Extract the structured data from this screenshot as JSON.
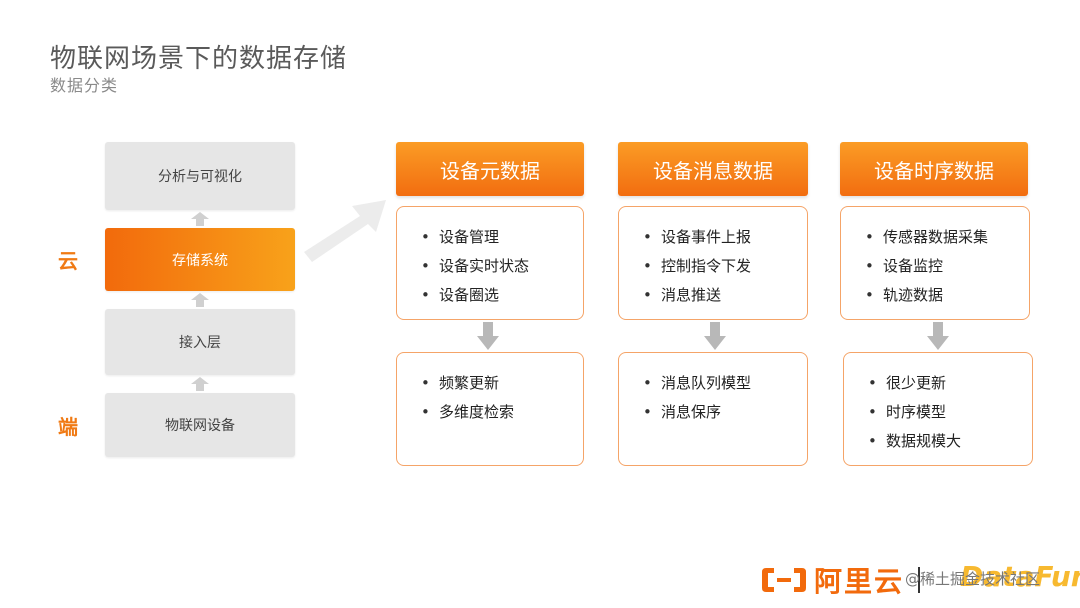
{
  "header": {
    "title": "物联网场景下的数据存储",
    "subtitle": "数据分类"
  },
  "side_labels": {
    "cloud": "云",
    "device": "端"
  },
  "stack": [
    {
      "label": "分析与可视化",
      "active": false
    },
    {
      "label": "存储系统",
      "active": true
    },
    {
      "label": "接入层",
      "active": false
    },
    {
      "label": "物联网设备",
      "active": false
    }
  ],
  "columns": [
    {
      "header": "设备元数据",
      "top_items": [
        "设备管理",
        "设备实时状态",
        "设备圈选"
      ],
      "bottom_items": [
        "频繁更新",
        "多维度检索"
      ]
    },
    {
      "header": "设备消息数据",
      "top_items": [
        "设备事件上报",
        "控制指令下发",
        "消息推送"
      ],
      "bottom_items": [
        "消息队列模型",
        "消息保序"
      ]
    },
    {
      "header": "设备时序数据",
      "top_items": [
        "传感器数据采集",
        "设备监控",
        "轨迹数据"
      ],
      "bottom_items": [
        "很少更新",
        "时序模型",
        "数据规模大"
      ]
    }
  ],
  "footer": {
    "brand": "阿里云",
    "watermark": "@稀土掘金技术社区",
    "partner": "DataFun."
  },
  "colors": {
    "accent": "#f26a0c",
    "accent_light": "#f8a21a",
    "gray_box": "#e6e6e6",
    "card_border": "#f5a468"
  }
}
